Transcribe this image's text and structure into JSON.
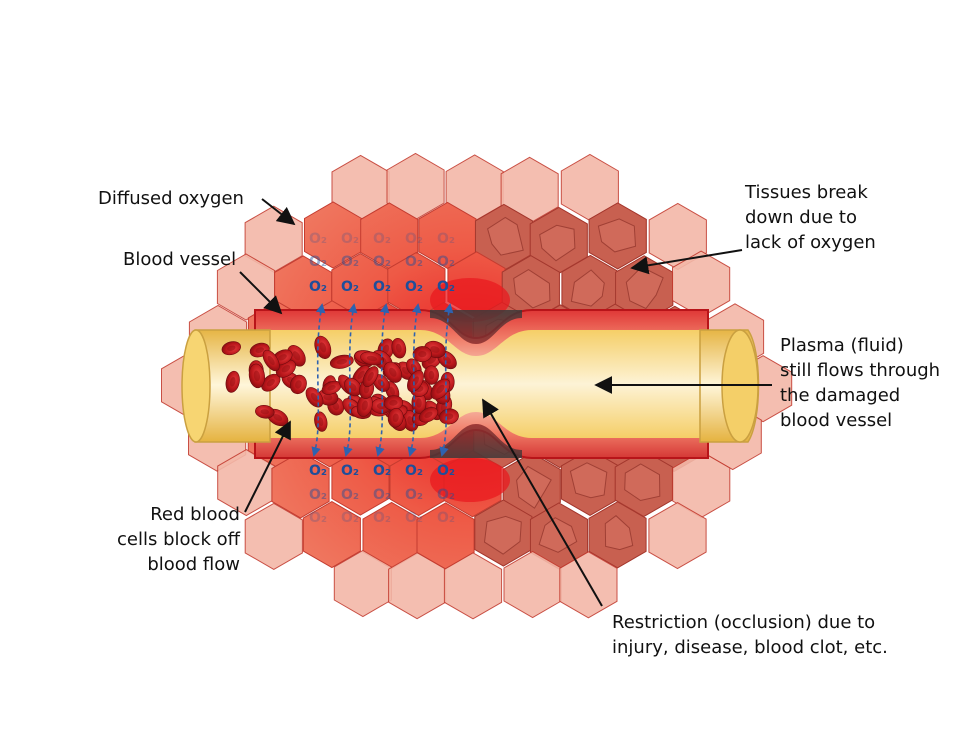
{
  "labels": {
    "diffused_oxygen": "Diffused oxygen",
    "blood_vessel": "Blood vessel",
    "tissues_break": "Tissues break\ndown due to\nlack of oxygen",
    "plasma": "Plasma (fluid)\nstill flows through\nthe damaged\nblood vessel",
    "red_cells": "Red blood\ncells block off\nblood flow",
    "restriction": "Restriction (occlusion) due to\ninjury, disease, blood clot, etc."
  },
  "oxygen_symbol": "O₂",
  "colors": {
    "tissue_healthy": "#ea6650",
    "tissue_damaged": "#c86050",
    "tissue_edge": "#f3b8a8",
    "vessel_wall": "#d51e22",
    "plasma": "#f2cc60",
    "red_cell": "#b5141a",
    "oxygen": "#1f4e9a",
    "arrow": "#2e62b0"
  }
}
